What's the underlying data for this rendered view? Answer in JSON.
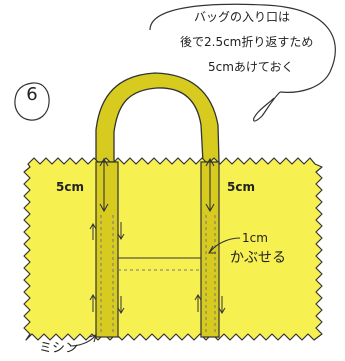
{
  "note": {
    "line1": "バッグの入り口は",
    "line2": "後で2.5cm折り返すため",
    "line3": "5cmあけておく"
  },
  "step_number": "6",
  "labels": {
    "left_gap": "5cm",
    "right_gap": "5cm",
    "overlap_size": "1cm",
    "overlap_text": "かぶせる",
    "sewing": "ミシン"
  },
  "colors": {
    "bag_body": "#f6f150",
    "handle": "#d7cb20",
    "outline": "#333333",
    "stitch": "#777777"
  }
}
